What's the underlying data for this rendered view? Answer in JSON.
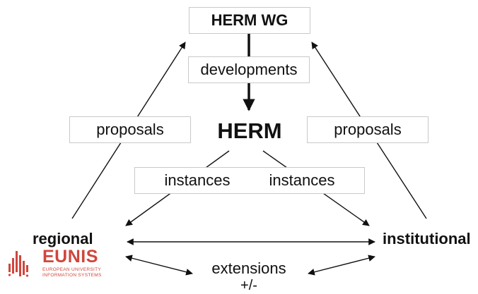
{
  "nodes": {
    "herm_wg": "HERM WG",
    "developments": "developments",
    "herm": "HERM",
    "proposals_left": "proposals",
    "proposals_right": "proposals",
    "instances_left": "instances",
    "instances_right": "instances",
    "regional": "regional",
    "institutional": "institutional",
    "extensions": "extensions",
    "extensions_sign": "+/-"
  },
  "logo": {
    "name": "EUNIS",
    "tagline_line1": "EUROPEAN UNIVERSITY",
    "tagline_line2": "INFORMATION SYSTEMS",
    "color": "#d0463c"
  },
  "colors": {
    "arrow": "#111111",
    "box_border": "#c9c9c9"
  }
}
